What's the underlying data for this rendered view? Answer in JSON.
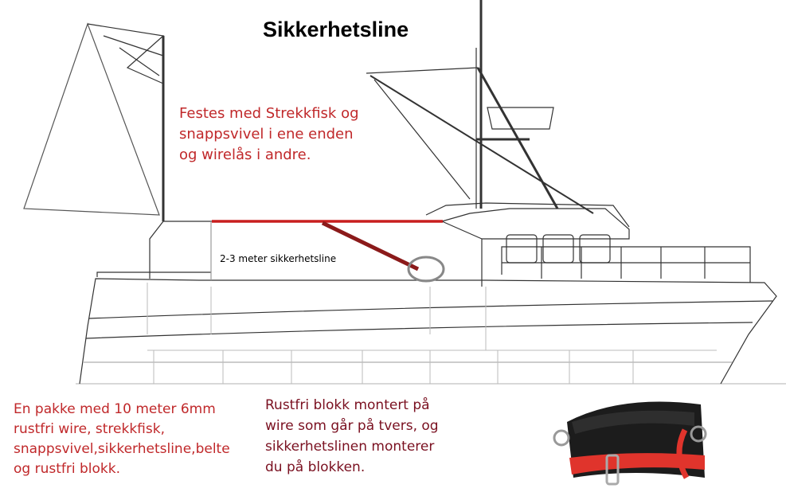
{
  "title": "Sikkerhetsline",
  "annotations": {
    "mount_note": "Festes med Strekkfisk og\nsnappsvivel i ene enden\nog wirelås i andre.",
    "line_label": "2-3 meter sikkerhetsline",
    "package_note": "En pakke med 10 meter 6mm\nrustfri wire, strekkfisk,\nsnappsvivel,sikkerhetsline,belte\nog rustfri blokk.",
    "block_note": "Rustfri blokk montert på\nwire som går på tvers, og\nsikkerhetslinen monterer\ndu på blokken."
  },
  "colors": {
    "wire": "#c81e1e",
    "safety_line": "#8b1a1a",
    "annotation_red": "#c0282a",
    "annotation_dark_red": "#7a1020",
    "belt_strap": "#e0342c",
    "belt_pad": "#1c1c1c",
    "block_marker": "#888888"
  },
  "illustrations": {
    "boat": "fishing-boat-side-view",
    "belt": "safety-harness-belt"
  }
}
